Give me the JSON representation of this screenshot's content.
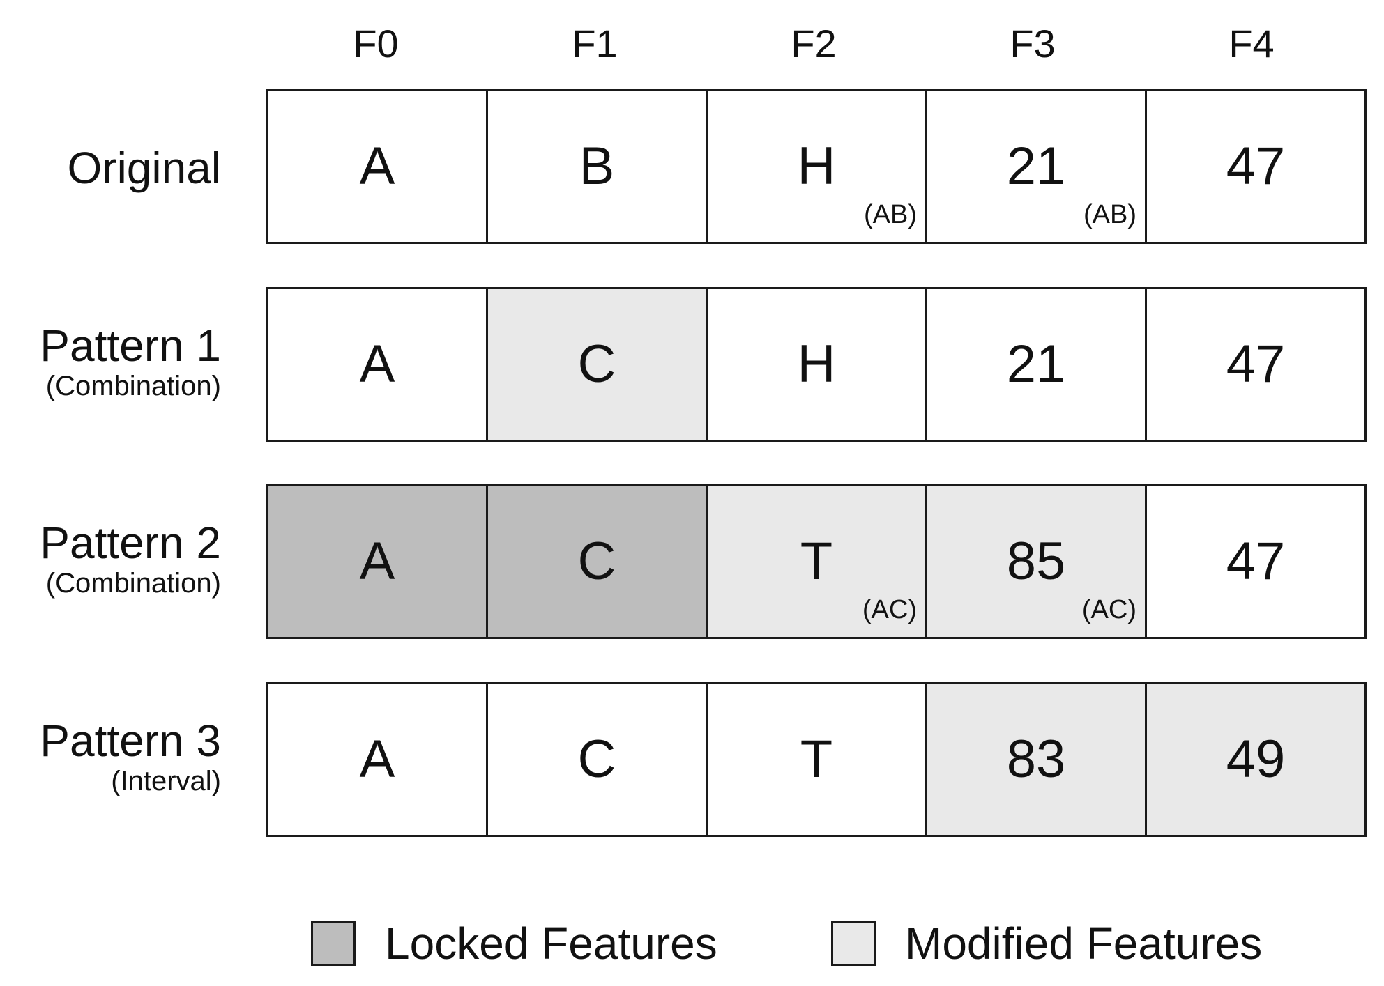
{
  "columns": [
    "F0",
    "F1",
    "F2",
    "F3",
    "F4"
  ],
  "rows": [
    {
      "label": "Original",
      "sublabel": "",
      "cells": [
        {
          "value": "A",
          "state": "normal",
          "note": ""
        },
        {
          "value": "B",
          "state": "normal",
          "note": ""
        },
        {
          "value": "H",
          "state": "normal",
          "note": "(AB)"
        },
        {
          "value": "21",
          "state": "normal",
          "note": "(AB)"
        },
        {
          "value": "47",
          "state": "normal",
          "note": ""
        }
      ]
    },
    {
      "label": "Pattern 1",
      "sublabel": "(Combination)",
      "cells": [
        {
          "value": "A",
          "state": "normal",
          "note": ""
        },
        {
          "value": "C",
          "state": "modified",
          "note": ""
        },
        {
          "value": "H",
          "state": "normal",
          "note": ""
        },
        {
          "value": "21",
          "state": "normal",
          "note": ""
        },
        {
          "value": "47",
          "state": "normal",
          "note": ""
        }
      ]
    },
    {
      "label": "Pattern 2",
      "sublabel": "(Combination)",
      "cells": [
        {
          "value": "A",
          "state": "locked",
          "note": ""
        },
        {
          "value": "C",
          "state": "locked",
          "note": ""
        },
        {
          "value": "T",
          "state": "modified",
          "note": "(AC)"
        },
        {
          "value": "85",
          "state": "modified",
          "note": "(AC)"
        },
        {
          "value": "47",
          "state": "normal",
          "note": ""
        }
      ]
    },
    {
      "label": "Pattern 3",
      "sublabel": "(Interval)",
      "cells": [
        {
          "value": "A",
          "state": "normal",
          "note": ""
        },
        {
          "value": "C",
          "state": "normal",
          "note": ""
        },
        {
          "value": "T",
          "state": "normal",
          "note": ""
        },
        {
          "value": "83",
          "state": "modified",
          "note": ""
        },
        {
          "value": "49",
          "state": "modified",
          "note": ""
        }
      ]
    }
  ],
  "legend": {
    "locked": {
      "label": "Locked Features",
      "color": "#bdbdbd"
    },
    "modified": {
      "label": "Modified Features",
      "color": "#e9e9e9"
    }
  }
}
